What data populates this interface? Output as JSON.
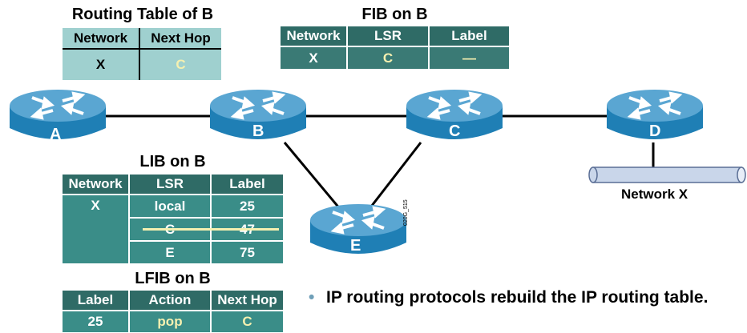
{
  "routing_table": {
    "title": "Routing Table of B",
    "headers": [
      "Network",
      "Next Hop"
    ],
    "rows": [
      [
        "X",
        "C"
      ]
    ]
  },
  "fib": {
    "title": "FIB on B",
    "headers": [
      "Network",
      "LSR",
      "Label"
    ],
    "rows": [
      [
        "X",
        "C",
        "—"
      ]
    ]
  },
  "lib": {
    "title": "LIB on B",
    "headers": [
      "Network",
      "LSR",
      "Label"
    ],
    "network": "X",
    "rows": [
      [
        "local",
        "25"
      ],
      [
        "C",
        "47"
      ],
      [
        "E",
        "75"
      ]
    ],
    "struck_row": 1
  },
  "lfib": {
    "title": "LFIB on B",
    "headers": [
      "Label",
      "Action",
      "Next Hop"
    ],
    "rows": [
      [
        "25",
        "pop",
        "C"
      ]
    ]
  },
  "routers": [
    {
      "name": "A"
    },
    {
      "name": "B"
    },
    {
      "name": "C"
    },
    {
      "name": "D"
    },
    {
      "name": "E"
    }
  ],
  "network_label": "Network X",
  "figure_id": "020G_515",
  "bullet": "IP routing protocols rebuild the IP routing table.",
  "colors": {
    "router_top": "#5aa6d2",
    "router_body": "#1f7fb5",
    "teal_dark": "#2f6b66",
    "teal": "#3a8d88",
    "light_cyan": "#9fd0cf",
    "highlight": "#f5f0b0"
  }
}
